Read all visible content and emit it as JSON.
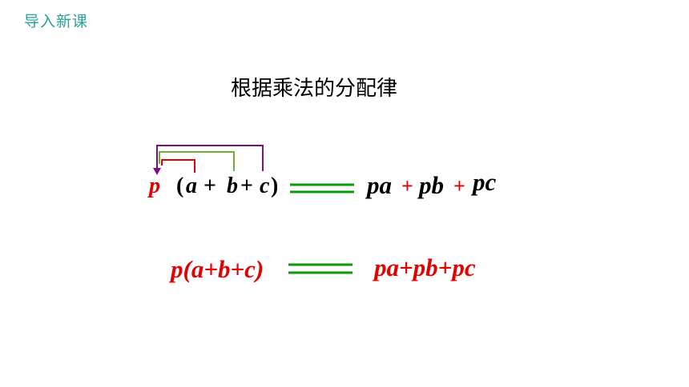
{
  "header": {
    "section_tag": "导入新课"
  },
  "heading": "根据乘法的分配律",
  "row1": {
    "p": "p",
    "open_paren": "(",
    "a": "a",
    "plus1": "+",
    "b": "b",
    "plus2": "+",
    "c": "c",
    "close_paren": ")",
    "pa": "pa",
    "plus_red1": "+",
    "pb": "pb",
    "plus_red2": "+",
    "pc": "pc"
  },
  "row2": {
    "left": "p(a+b+c)",
    "right": "pa+pb+pc"
  },
  "colors": {
    "section_tag": "#2aa198",
    "red": "#e30000",
    "green": "#0a9a0a",
    "olive_green": "#6fb030",
    "purple": "#7a0f7a"
  }
}
